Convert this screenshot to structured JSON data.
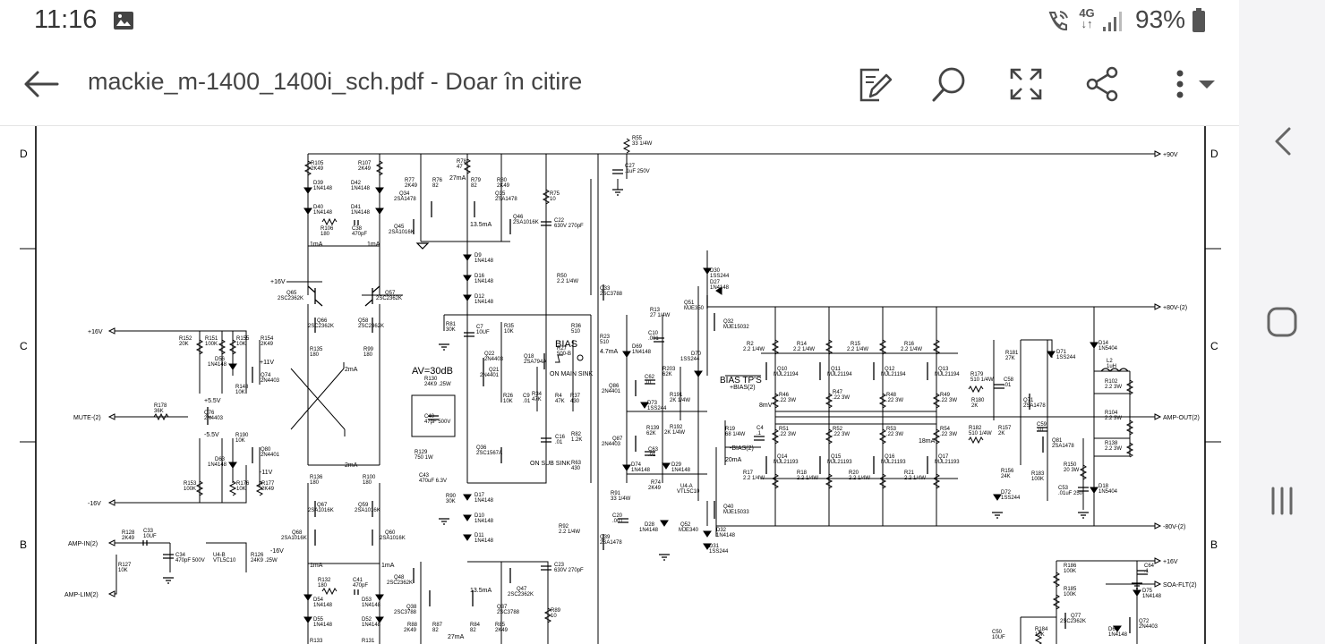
{
  "status_bar": {
    "time": "11:16",
    "network_top": "4G",
    "network_bottom": "↓↑",
    "battery_percent": "93%",
    "icons": [
      "gallery-icon",
      "wifi-call-icon",
      "signal-icon",
      "battery-icon"
    ]
  },
  "app_bar": {
    "title": "mackie_m-1400_1400i_sch.pdf - Doar în citire",
    "icons": [
      "back-arrow-icon",
      "edit-document-icon",
      "search-icon",
      "fullscreen-icon",
      "share-icon",
      "more-vert-icon",
      "chevron-down-icon"
    ]
  },
  "schematic": {
    "border_labels": {
      "d": "D",
      "c": "C",
      "b": "B"
    },
    "rails": {
      "p90": "+90V",
      "p80": "+80V-(2)",
      "m80": "-80V-(2)",
      "p16": "+16V",
      "m16": "-16V",
      "p16b": "+16V",
      "m16b": "-16V",
      "p16r": "+16V"
    },
    "signals": {
      "mute": "MUTE-(2)",
      "amp_in": "AMP-IN(2)",
      "amp_lim": "AMP-LIM(2)",
      "amp_out": "AMP-OUT(2)",
      "soa_flt": "SOA-FLT(2)",
      "bias_plus": "+BIAS(2)",
      "bias_minus": "-BIAS(2)"
    },
    "annotations": {
      "av": "AV=30dB",
      "bias": "BIAS",
      "bias_tps": "BIAS TP'S",
      "on_main_sink": "ON MAIN SINK",
      "on_sub_sink": "ON SUB SINK",
      "v_p11": "+11V",
      "v_m11": "-11V",
      "v_p55": "+5.5V",
      "v_m55": "-5.5V",
      "i_1ma": "1mA",
      "i_2ma": "2mA",
      "i_27ma": "27mA",
      "i_135ma": "13.5mA",
      "i_47ma": "4.7mA",
      "i_18ma": "18mA",
      "i_20ma": "20mA",
      "mv_8": "8mV"
    },
    "parts": [
      {
        "ref": "R105",
        "val": "2K49"
      },
      {
        "ref": "R107",
        "val": "2K49"
      },
      {
        "ref": "R78",
        "val": "47"
      },
      {
        "ref": "R77",
        "val": "2K49"
      },
      {
        "ref": "R76",
        "val": "82"
      },
      {
        "ref": "R79",
        "val": "82"
      },
      {
        "ref": "R80",
        "val": "2K49"
      },
      {
        "ref": "R55",
        "val": "33 1/4W"
      },
      {
        "ref": "C27",
        "val": ".1uF 250V"
      },
      {
        "ref": "D39",
        "val": "1N4148"
      },
      {
        "ref": "D42",
        "val": "1N4148"
      },
      {
        "ref": "D40",
        "val": "1N4148"
      },
      {
        "ref": "D41",
        "val": "1N4148"
      },
      {
        "ref": "Q34",
        "val": "2SA1478"
      },
      {
        "ref": "Q35",
        "val": "2SA1478"
      },
      {
        "ref": "Q45",
        "val": "2SA1016K"
      },
      {
        "ref": "Q46",
        "val": "2SA1016K"
      },
      {
        "ref": "R106",
        "val": "180"
      },
      {
        "ref": "C38",
        "val": "470pF"
      },
      {
        "ref": "R75",
        "val": "10"
      },
      {
        "ref": "C22",
        "val": "630V 270pF"
      },
      {
        "ref": "D9",
        "val": "1N4148"
      },
      {
        "ref": "D16",
        "val": "1N4148"
      },
      {
        "ref": "D12",
        "val": "1N4148"
      },
      {
        "ref": "R50",
        "val": "2.2 1/4W"
      },
      {
        "ref": "Q33",
        "val": "2SC3788"
      },
      {
        "ref": "D30",
        "val": "1SS244"
      },
      {
        "ref": "D27",
        "val": "1N4148"
      },
      {
        "ref": "Q51",
        "val": "MJE350"
      },
      {
        "ref": "Q32",
        "val": "MJE15032"
      },
      {
        "ref": "Q65",
        "val": "2SC2362K"
      },
      {
        "ref": "Q57",
        "val": "2SC2362K"
      },
      {
        "ref": "Q66",
        "val": "2SC2362K"
      },
      {
        "ref": "Q58",
        "val": "2SC2362K"
      },
      {
        "ref": "R135",
        "val": "180"
      },
      {
        "ref": "R99",
        "val": "180"
      },
      {
        "ref": "R81",
        "val": "30K"
      },
      {
        "ref": "C7",
        "val": "10UF"
      },
      {
        "ref": "R35",
        "val": "10K"
      },
      {
        "ref": "R36",
        "val": "510"
      },
      {
        "ref": "R23",
        "val": "510"
      },
      {
        "ref": "R13",
        "val": "27 1/4W"
      },
      {
        "ref": "C10",
        "val": ".001"
      },
      {
        "ref": "D69",
        "val": "1N4148"
      },
      {
        "ref": "D70",
        "val": "1SS244"
      },
      {
        "ref": "R152",
        "val": "20K"
      },
      {
        "ref": "R151",
        "val": "100K"
      },
      {
        "ref": "R155",
        "val": "10K"
      },
      {
        "ref": "R154",
        "val": "2K49"
      },
      {
        "ref": "D56",
        "val": "1N4148"
      },
      {
        "ref": "Q74",
        "val": "2N4403"
      },
      {
        "ref": "R148",
        "val": "10K"
      },
      {
        "ref": "Q22",
        "val": "2N4403"
      },
      {
        "ref": "Q21",
        "val": "2N4401"
      },
      {
        "ref": "Q18",
        "val": "2SA794A"
      },
      {
        "ref": "R27",
        "val": "500-B"
      },
      {
        "ref": "R26",
        "val": "10K"
      },
      {
        "ref": "C9",
        "val": ".01"
      },
      {
        "ref": "R34",
        "val": "47K"
      },
      {
        "ref": "R4",
        "val": "47K"
      },
      {
        "ref": "R37",
        "val": "430"
      },
      {
        "ref": "Q86",
        "val": "2N4401"
      },
      {
        "ref": "C62",
        "val": ".01"
      },
      {
        "ref": "R203",
        "val": "62K"
      },
      {
        "ref": "R191",
        "val": "2K 1/4W"
      },
      {
        "ref": "D73",
        "val": "1SS244"
      },
      {
        "ref": "R130",
        "val": "24K9 .25W"
      },
      {
        "ref": "C40",
        "val": "47pF 500V"
      },
      {
        "ref": "R178",
        "val": "36K"
      },
      {
        "ref": "Q76",
        "val": "2N4403"
      },
      {
        "ref": "R190",
        "val": "10K"
      },
      {
        "ref": "Q80",
        "val": "2N4401"
      },
      {
        "ref": "D63",
        "val": "1N4148"
      },
      {
        "ref": "R153",
        "val": "100K"
      },
      {
        "ref": "R176",
        "val": "10K"
      },
      {
        "ref": "R177",
        "val": "2K49"
      },
      {
        "ref": "C16",
        "val": ".01"
      },
      {
        "ref": "R82",
        "val": "1.2K"
      },
      {
        "ref": "Q36",
        "val": "2SC1567A"
      },
      {
        "ref": "R63",
        "val": "430"
      },
      {
        "ref": "R139",
        "val": "62K"
      },
      {
        "ref": "R192",
        "val": "2K 1/4W"
      },
      {
        "ref": "Q87",
        "val": "2N4403"
      },
      {
        "ref": "C63",
        "val": ".01"
      },
      {
        "ref": "D74",
        "val": "1N4148"
      },
      {
        "ref": "D29",
        "val": "1N4148"
      },
      {
        "ref": "R129",
        "val": "750 1W"
      },
      {
        "ref": "C43",
        "val": "470uF 6.3V"
      },
      {
        "ref": "R74",
        "val": "2K49"
      },
      {
        "ref": "U4-A",
        "val": "VTL5C10"
      },
      {
        "ref": "Q67",
        "val": "2SA1016K"
      },
      {
        "ref": "R136",
        "val": "180"
      },
      {
        "ref": "R100",
        "val": "180"
      },
      {
        "ref": "Q59",
        "val": "2SA1016K"
      },
      {
        "ref": "R90",
        "val": "30K"
      },
      {
        "ref": "D17",
        "val": "1N4148"
      },
      {
        "ref": "D10",
        "val": "1N4148"
      },
      {
        "ref": "D11",
        "val": "1N4148"
      },
      {
        "ref": "R91",
        "val": "33 1/4W"
      },
      {
        "ref": "C20",
        "val": ".001"
      },
      {
        "ref": "Q40",
        "val": "MJE15033"
      },
      {
        "ref": "D28",
        "val": "1N4148"
      },
      {
        "ref": "Q52",
        "val": "MJE340"
      },
      {
        "ref": "D32",
        "val": "1N4148"
      },
      {
        "ref": "D31",
        "val": "1SS244"
      },
      {
        "ref": "Q68",
        "val": "2SA1016K"
      },
      {
        "ref": "Q60",
        "val": "2SA1016K"
      },
      {
        "ref": "R128",
        "val": "2K49"
      },
      {
        "ref": "C33",
        "val": "10UF"
      },
      {
        "ref": "C34",
        "val": "470pF 500V"
      },
      {
        "ref": "U4-B",
        "val": "VTL5C10"
      },
      {
        "ref": "R126",
        "val": "24K9 .25W"
      },
      {
        "ref": "R127",
        "val": "10K"
      },
      {
        "ref": "R92",
        "val": "2.2 1/4W"
      },
      {
        "ref": "Q39",
        "val": "2SA1478"
      },
      {
        "ref": "C23",
        "val": "630V 270pF"
      },
      {
        "ref": "R132",
        "val": "180"
      },
      {
        "ref": "C41",
        "val": "470pF"
      },
      {
        "ref": "D54",
        "val": "1N4148"
      },
      {
        "ref": "D53",
        "val": "1N4148"
      },
      {
        "ref": "Q48",
        "val": "2SC2362K"
      },
      {
        "ref": "Q47",
        "val": "2SC2362K"
      },
      {
        "ref": "Q38",
        "val": "2SC3788"
      },
      {
        "ref": "Q37",
        "val": "2SC3788"
      },
      {
        "ref": "R88",
        "val": "2K49"
      },
      {
        "ref": "R87",
        "val": "82"
      },
      {
        "ref": "R84",
        "val": "82"
      },
      {
        "ref": "R85",
        "val": "2K49"
      },
      {
        "ref": "R89",
        "val": "10"
      },
      {
        "ref": "D55",
        "val": "1N4148"
      },
      {
        "ref": "D52",
        "val": "1N4148"
      },
      {
        "ref": "R133",
        "val": ""
      },
      {
        "ref": "R131",
        "val": ""
      },
      {
        "ref": "R2",
        "val": "2.2 1/4W"
      },
      {
        "ref": "Q10",
        "val": "MJL21194"
      },
      {
        "ref": "R14",
        "val": "2.2 1/4W"
      },
      {
        "ref": "Q11",
        "val": "MJL21194"
      },
      {
        "ref": "R15",
        "val": "2.2 1/4W"
      },
      {
        "ref": "Q12",
        "val": "MJL21194"
      },
      {
        "ref": "R16",
        "val": "2.2 1/4W"
      },
      {
        "ref": "Q13",
        "val": "MJL21194"
      },
      {
        "ref": "R46",
        "val": ".22 3W"
      },
      {
        "ref": "R47",
        "val": ".22 3W"
      },
      {
        "ref": "R48",
        "val": ".22 3W"
      },
      {
        "ref": "R49",
        "val": ".22 3W"
      },
      {
        "ref": "R179",
        "val": "510 1/4W"
      },
      {
        "ref": "R180",
        "val": "2K"
      },
      {
        "ref": "C58",
        "val": ".01"
      },
      {
        "ref": "R181",
        "val": "27K"
      },
      {
        "ref": "Q71",
        "val": "2SA1478"
      },
      {
        "ref": "D71",
        "val": "1SS244"
      },
      {
        "ref": "D14",
        "val": "1N5404"
      },
      {
        "ref": "L2",
        "val": "1uH"
      },
      {
        "ref": "R102",
        "val": "2.2 3W"
      },
      {
        "ref": "R104",
        "val": "2.2 3W"
      },
      {
        "ref": "R138",
        "val": "2.2 3W"
      },
      {
        "ref": "R19",
        "val": "68 1/4W"
      },
      {
        "ref": "C4",
        "val": ".1"
      },
      {
        "ref": "R51",
        "val": ".22 3W"
      },
      {
        "ref": "R52",
        "val": ".22 3W"
      },
      {
        "ref": "R53",
        "val": ".22 3W"
      },
      {
        "ref": "R54",
        "val": ".22 3W"
      },
      {
        "ref": "R182",
        "val": "510 1/4W"
      },
      {
        "ref": "R157",
        "val": "2K"
      },
      {
        "ref": "C59",
        "val": ".01"
      },
      {
        "ref": "Q81",
        "val": "2SA1478"
      },
      {
        "ref": "Q14",
        "val": "MJL21193"
      },
      {
        "ref": "Q15",
        "val": "MJL21193"
      },
      {
        "ref": "Q16",
        "val": "MJL21193"
      },
      {
        "ref": "Q17",
        "val": "MJL21193"
      },
      {
        "ref": "R17",
        "val": "2.2 1/4W"
      },
      {
        "ref": "R18",
        "val": "2.2 1/4W"
      },
      {
        "ref": "R20",
        "val": "2.2 1/4W"
      },
      {
        "ref": "R21",
        "val": "2.2 1/4W"
      },
      {
        "ref": "R156",
        "val": "24K"
      },
      {
        "ref": "R183",
        "val": "100K"
      },
      {
        "ref": "D72",
        "val": "1SS244"
      },
      {
        "ref": "R150",
        "val": "20 3W"
      },
      {
        "ref": "C53",
        "val": ".01uF 250"
      },
      {
        "ref": "D18",
        "val": "1N5404"
      },
      {
        "ref": "R186",
        "val": "100K"
      },
      {
        "ref": "R185",
        "val": "100K"
      },
      {
        "ref": "Q77",
        "val": "2SC2362K"
      },
      {
        "ref": "R184",
        "val": "10K"
      },
      {
        "ref": "C50",
        "val": "10UF"
      },
      {
        "ref": "D64",
        "val": "1N4148"
      },
      {
        "ref": "C64",
        "val": ".1"
      },
      {
        "ref": "D75",
        "val": "1N4148"
      },
      {
        "ref": "Q72",
        "val": "2N4403"
      }
    ]
  },
  "nav_bar": {
    "icons": [
      "nav-back-icon",
      "nav-home-icon",
      "nav-recents-icon"
    ]
  }
}
